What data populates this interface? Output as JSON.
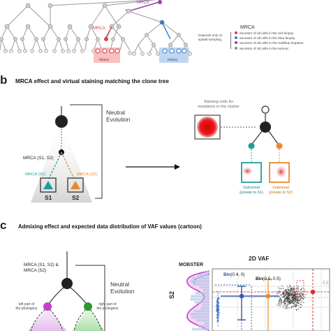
{
  "panel_a": {
    "mrca_top": "MRCA",
    "mrca_left": "MRCA",
    "biopsy_left": "biopsy",
    "biopsy_right": "biopsy",
    "legend": {
      "title": "MRCA",
      "note_line1": "Depends only on",
      "note_line2": "spatial sampling",
      "items": [
        {
          "label": "ancestor of all cells in the red biopsy",
          "color": "#d94040"
        },
        {
          "label": "ancestor of all cells in the blue biopsy",
          "color": "#3a7fc4"
        },
        {
          "label": "ancestor of all cells in the red/blue biopsies",
          "color": "#9b3fa8"
        },
        {
          "label": "ancestor of all cells in the tumour",
          "color": "#888888"
        }
      ]
    }
  },
  "panel_b": {
    "letter": "b",
    "title": "MRCA effect and virtual staining matching the clone tree",
    "neutral_line1": "Neutral",
    "neutral_line2": "Evolution",
    "mrca_s1s2": "MRCA (S1, S2)",
    "mrca_s1": "MRCA (S1)",
    "mrca_s2": "MRCA (S2)",
    "s1": "S1",
    "s2": "S2",
    "staining_line1": "Staining cells for",
    "staining_line2": "mutations in the cluster",
    "subclonal_left_line1": "Subclonal",
    "subclonal_left_line2": "(private to S1)",
    "subclonal_right_line1": "Subclonal",
    "subclonal_right_line2": "(private to S2)",
    "colors": {
      "teal": "#1f9c9c",
      "orange": "#e8892b",
      "red": "#e02020"
    }
  },
  "panel_c": {
    "letter": "c",
    "title": "Admixing effect and expected data distribution of VAF values (cartoon)",
    "mrca_line1": "MRCA (S1, S2) &",
    "mrca_line2": "MRCA (S2)",
    "neutral_line1": "Neutral",
    "neutral_line2": "Evolution",
    "left_part_line1": "left part of",
    "left_part_line2": "the phylogeny",
    "right_part_line1": "right part of",
    "right_part_line2": "the phylogeny",
    "mobster": "MOBSTER",
    "vaf_title": "2D VAF",
    "bin_a_prefix": "Bin",
    "bin_a_args": "(0.4, 0)",
    "bin_b_prefix": "Bin",
    "bin_b_args": "(0.5, 0.5)",
    "s2_axis": "S2",
    "tick_right": "0.5"
  }
}
